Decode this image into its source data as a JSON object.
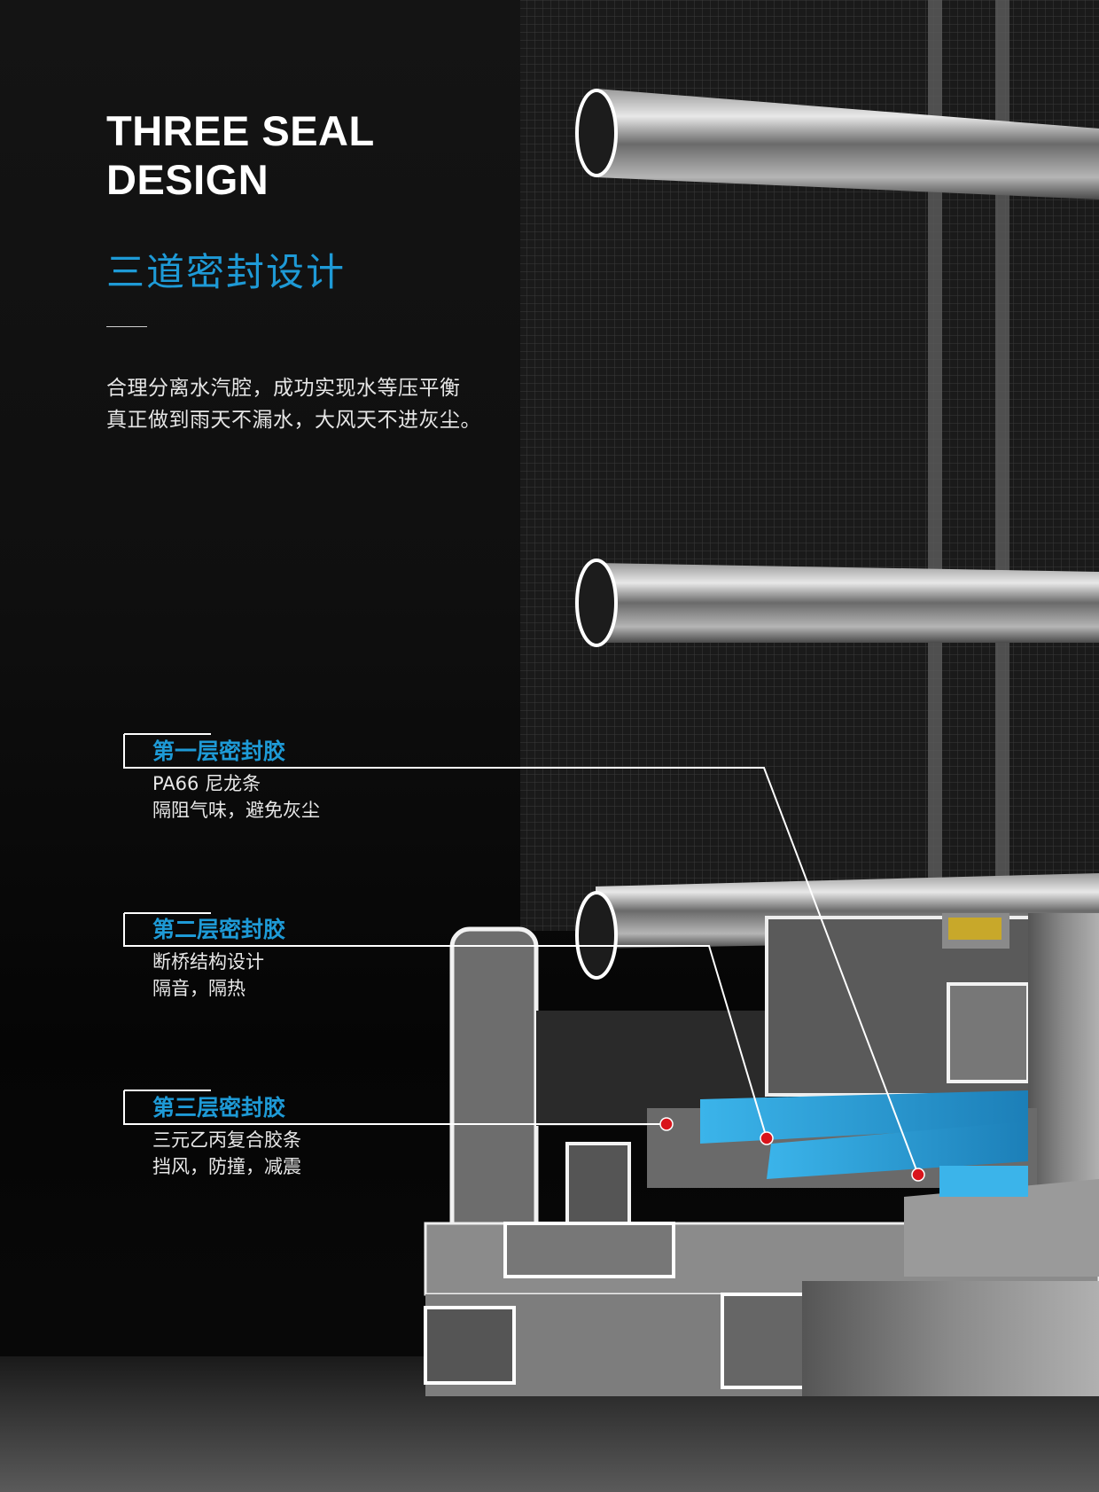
{
  "title_en": [
    "THREE SEAL",
    "DESIGN"
  ],
  "title_cn": "三道密封设计",
  "description": [
    "合理分离水汽腔，成功实现水等压平衡",
    "真正做到雨天不漏水，大风天不进灰尘。"
  ],
  "seals": [
    {
      "title": "第一层密封胶",
      "lines": [
        "PA66 尼龙条",
        "隔阻气味，避免灰尘"
      ]
    },
    {
      "title": "第二层密封胶",
      "lines": [
        "断桥结构设计",
        "隔音，隔热"
      ]
    },
    {
      "title": "第三层密封胶",
      "lines": [
        "三元乙丙复合胶条",
        "挡风，防撞，减震"
      ]
    }
  ],
  "colors": {
    "accent": "#1e9ad6",
    "gasket": "#3bb4ea",
    "marker": "#d9141b",
    "background": "#111111"
  }
}
